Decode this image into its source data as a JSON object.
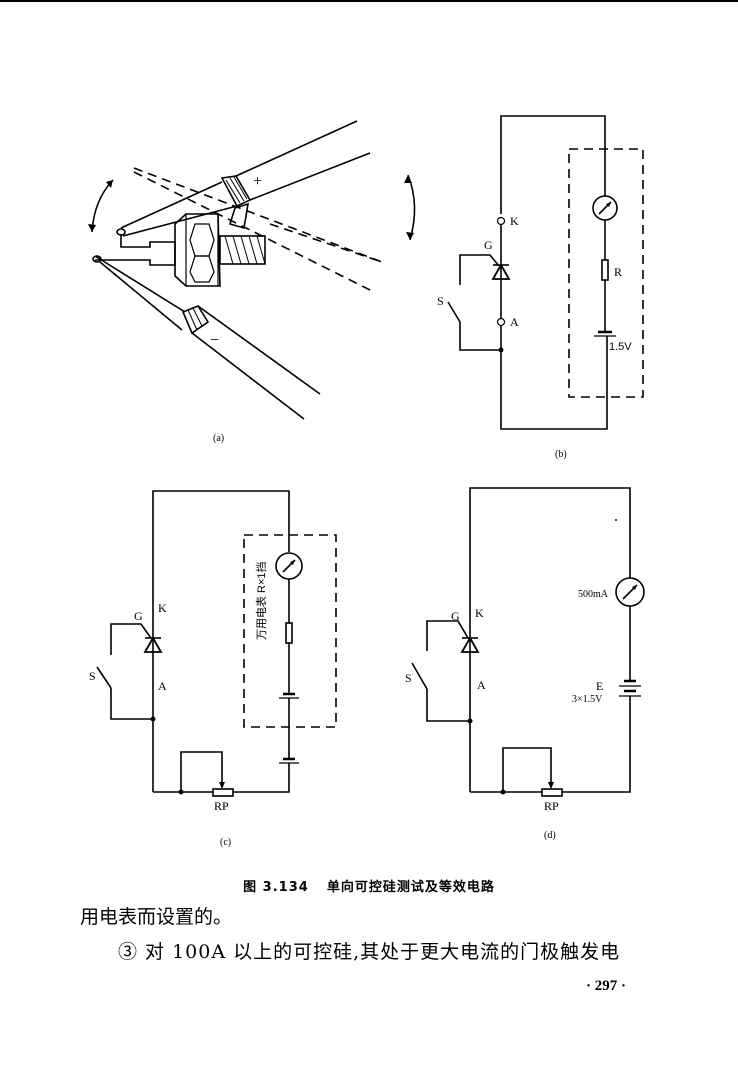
{
  "figure": {
    "caption_number": "图 3.134",
    "caption_title": "单向可控硅测试及等效电路",
    "panels": {
      "a": {
        "label": "(a)",
        "probe_positive": "+",
        "probe_negative": "−"
      },
      "b": {
        "label": "(b)",
        "cathode": "K",
        "gate": "G",
        "anode": "A",
        "switch": "S",
        "resistor": "R",
        "battery": "1.5V"
      },
      "c": {
        "label": "(c)",
        "cathode": "K",
        "gate": "G",
        "anode": "A",
        "switch": "S",
        "meter_note": "万用电表 R×1挡",
        "potentiometer": "RP"
      },
      "d": {
        "label": "(d)",
        "cathode": "K",
        "gate": "G",
        "anode": "A",
        "switch": "S",
        "ammeter": "500mA",
        "battery_name": "E",
        "battery_value": "3×1.5V",
        "potentiometer": "RP"
      }
    }
  },
  "body_text": {
    "line1": "用电表而设置的。",
    "line2": "③ 对 100A 以上的可控硅,其处于更大电流的门极触发电"
  },
  "page_number": "· 297 ·"
}
